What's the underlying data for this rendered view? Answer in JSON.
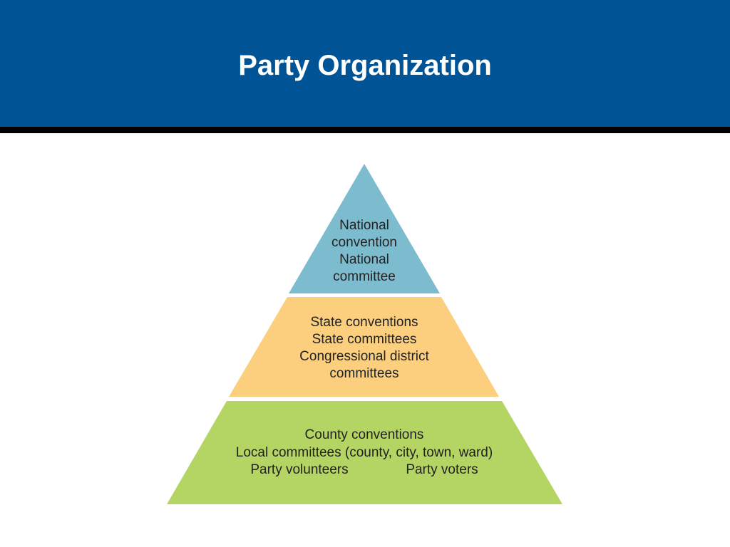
{
  "title": "Party Organization",
  "colors": {
    "header": "#005496",
    "top_tier": "#7dbccf",
    "middle_tier": "#fbcf7e",
    "bottom_tier": "#b4d463"
  },
  "pyramid": {
    "top": {
      "lines": [
        "National",
        "convention",
        "National",
        "committee"
      ]
    },
    "middle": {
      "lines": [
        "State conventions",
        "State committees",
        "Congressional district",
        "committees"
      ]
    },
    "bottom": {
      "lines": [
        "County conventions",
        "Local committees (county, city, town, ward)"
      ],
      "left_label": "Party volunteers",
      "right_label": "Party voters"
    }
  }
}
